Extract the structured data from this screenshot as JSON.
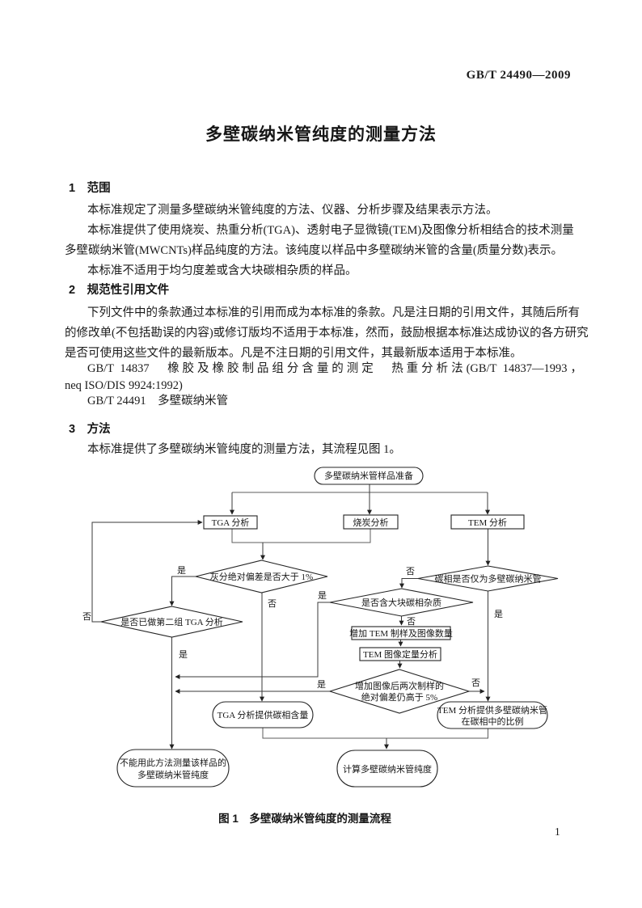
{
  "doc": {
    "header": "GB/T 24490—2009",
    "title": "多壁碳纳米管纯度的测量方法",
    "s1_heading": "1　范围",
    "s1_lines": [
      "本标准规定了测量多壁碳纳米管纯度的方法、仪器、分析步骤及结果表示方法。",
      "本标准提供了使用烧炭、热重分析(TGA)、透射电子显微镜(TEM)及图像分析相结合的技术测量",
      "多壁碳纳米管(MWCNTs)样品纯度的方法。该纯度以样品中多壁碳纳米管的含量(质量分数)表示。",
      "本标准不适用于均匀度差或含大块碳相杂质的样品。"
    ],
    "s2_heading": "2　规范性引用文件",
    "s2_lines": [
      "下列文件中的条款通过本标准的引用而成为本标准的条款。凡是注日期的引用文件，其随后所有",
      "的修改单(不包括勘误的内容)或修订版均不适用于本标准，然而，鼓励根据本标准达成协议的各方研究",
      "是否可使用这些文件的最新版本。凡是不注日期的引用文件，其最新版本适用于本标准。",
      "GB/T 14837　橡胶及橡胶制品组分含量的测定　热重分析法(GB/T 14837—1993，",
      "neq ISO/DIS 9924:1992)",
      "GB/T 24491　多壁碳纳米管"
    ],
    "s3_heading": "3　方法",
    "s3_lines": [
      "本标准提供了多壁碳纳米管纯度的测量方法，其流程见图 1。"
    ],
    "figure_caption": "图 1　多壁碳纳米管纯度的测量流程",
    "page_number": "1"
  },
  "flowchart": {
    "yes": "是",
    "no": "否",
    "nodes": {
      "start": "多壁碳纳米管样品准备",
      "tga": "TGA 分析",
      "burn": "烧炭分析",
      "tem": "TEM 分析",
      "d_ash": "灰分绝对偏差是否大于 1%",
      "d_second_tga": "是否已做第二组 TGA 分析",
      "d_carbon_only": "碳相是否仅为多壁碳纳米管",
      "d_bulk": "是否含大块碳相杂质",
      "add_images": "增加 TEM 制样及图像数量",
      "tem_quant": "TEM 图像定量分析",
      "d_dev5_line1": "增加图像后两次制样的",
      "d_dev5_line2": "绝对偏差仍高于 5%",
      "tga_result": "TGA 分析提供碳相含量",
      "tem_result_line1": "TEM 分析提供多壁碳纳米管",
      "tem_result_line2": "在碳相中的比例",
      "fail_line1": "不能用此方法测量该样品的",
      "fail_line2": "多壁碳纳米管纯度",
      "calc": "计算多壁碳纳米管纯度"
    }
  }
}
